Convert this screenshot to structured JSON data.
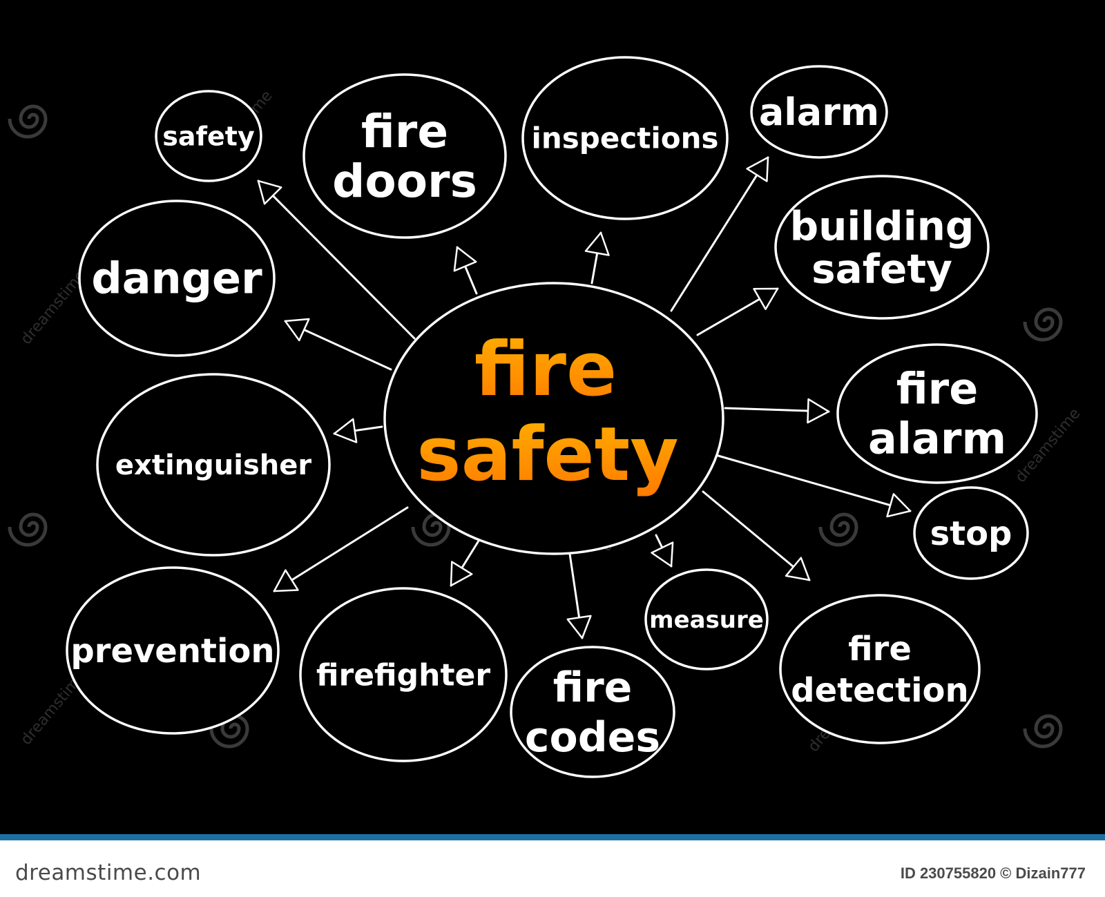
{
  "center": {
    "line1": "fire",
    "line2": "safety",
    "gradient_top": "#ffb000",
    "gradient_bottom": "#ff7a00"
  },
  "nodes": [
    {
      "id": "safety",
      "lines": [
        "safety"
      ]
    },
    {
      "id": "fire-doors",
      "lines": [
        "fire",
        "doors"
      ]
    },
    {
      "id": "inspections",
      "lines": [
        "inspections"
      ]
    },
    {
      "id": "alarm",
      "lines": [
        "alarm"
      ]
    },
    {
      "id": "building-safety",
      "lines": [
        "building",
        "safety"
      ]
    },
    {
      "id": "danger",
      "lines": [
        "danger"
      ]
    },
    {
      "id": "fire-alarm",
      "lines": [
        "fire",
        "alarm"
      ]
    },
    {
      "id": "extinguisher",
      "lines": [
        "extinguisher"
      ]
    },
    {
      "id": "stop",
      "lines": [
        "stop"
      ]
    },
    {
      "id": "prevention",
      "lines": [
        "prevention"
      ]
    },
    {
      "id": "firefighter",
      "lines": [
        "firefighter"
      ]
    },
    {
      "id": "fire-codes",
      "lines": [
        "fire",
        "codes"
      ]
    },
    {
      "id": "measure",
      "lines": [
        "measure"
      ]
    },
    {
      "id": "fire-detection",
      "lines": [
        "fire",
        "detection"
      ]
    }
  ],
  "watermark": {
    "text": "dreamstime"
  },
  "footer": {
    "logo": "dreamstime.com",
    "credit": "ID 230755820 © Dizain777",
    "bar_color": "#1d6fa3"
  }
}
